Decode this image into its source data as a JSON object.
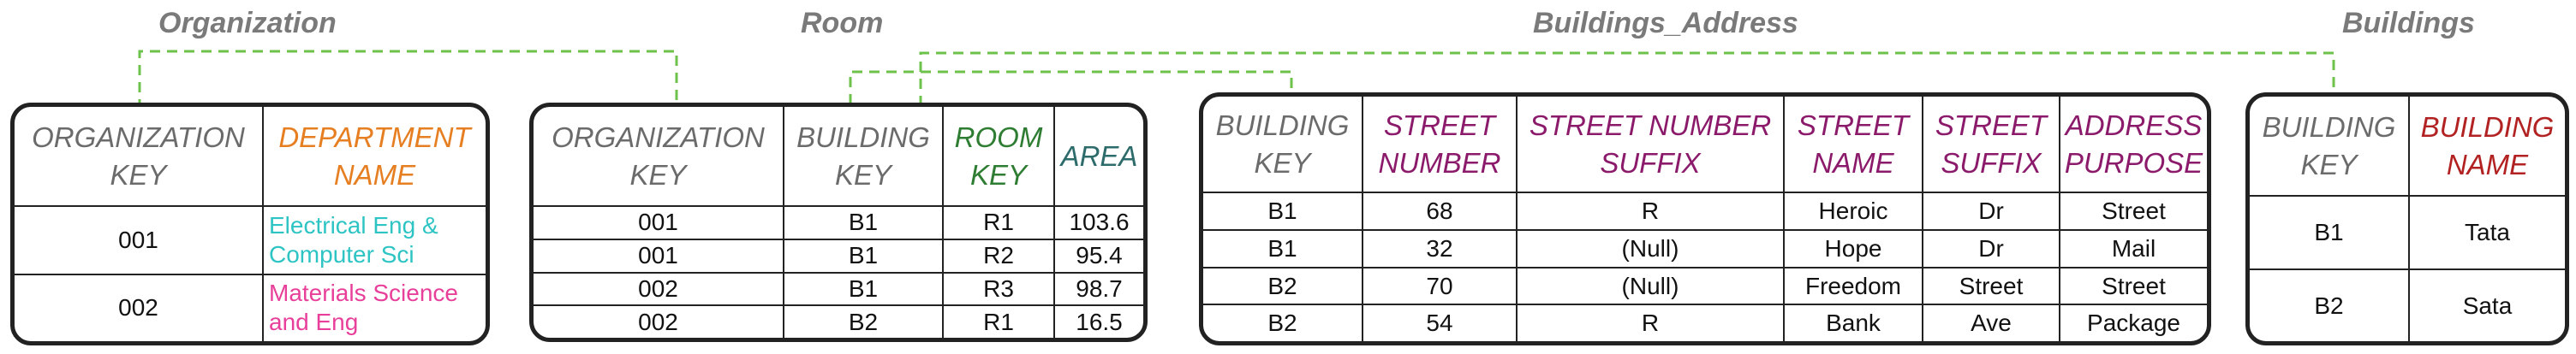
{
  "titles": {
    "organization": "Organization",
    "room": "Room",
    "buildings_address": "Buildings_Address",
    "buildings": "Buildings"
  },
  "organization": {
    "headers": [
      "ORGANIZATION KEY",
      "DEPARTMENT NAME"
    ],
    "rows": [
      [
        "001",
        "Electrical Eng & Computer Sci"
      ],
      [
        "002",
        "Materials Science and Eng"
      ]
    ]
  },
  "room": {
    "headers": [
      "ORGANIZATION KEY",
      "BUILDING KEY",
      "ROOM KEY",
      "AREA"
    ],
    "rows": [
      [
        "001",
        "B1",
        "R1",
        "103.6"
      ],
      [
        "001",
        "B1",
        "R2",
        "95.4"
      ],
      [
        "002",
        "B1",
        "R3",
        "98.7"
      ],
      [
        "002",
        "B2",
        "R1",
        "16.5"
      ]
    ]
  },
  "buildings_address": {
    "headers": [
      "BUILDING KEY",
      "STREET NUMBER",
      "STREET NUMBER SUFFIX",
      "STREET NAME",
      "STREET SUFFIX",
      "ADDRESS PURPOSE"
    ],
    "rows": [
      [
        "B1",
        "68",
        "R",
        "Heroic",
        "Dr",
        "Street"
      ],
      [
        "B1",
        "32",
        "(Null)",
        "Hope",
        "Dr",
        "Mail"
      ],
      [
        "B2",
        "70",
        "(Null)",
        "Freedom",
        "Street",
        "Street"
      ],
      [
        "B2",
        "54",
        "R",
        "Bank",
        "Ave",
        "Package"
      ]
    ]
  },
  "buildings": {
    "headers": [
      "BUILDING KEY",
      "BUILDING NAME"
    ],
    "rows": [
      [
        "B1",
        "Tata"
      ],
      [
        "B2",
        "Sata"
      ]
    ]
  },
  "colors": {
    "link_line": "#6cc24a",
    "title": "#7a7a7a",
    "key_header": "#6b6b6b",
    "department_header": "#e67e22",
    "room_key_header": "#2e7d32",
    "area_header": "#2e6b6b",
    "address_header": "#8b1a6b",
    "building_name_header": "#b22222",
    "department_text_1": "#2ec4c4",
    "department_text_2": "#e8409a"
  }
}
